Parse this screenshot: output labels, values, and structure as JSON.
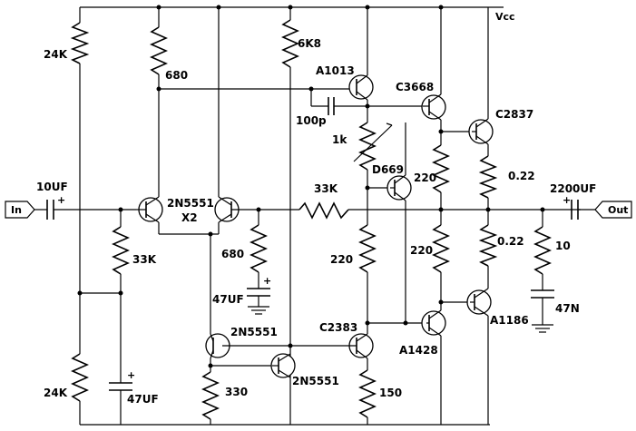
{
  "supply_label": "Vcc",
  "ports": {
    "input": "In",
    "output": "Out"
  },
  "labels": {
    "r_24k_top": "24K",
    "r_24k_bot": "24K",
    "r_680_top": "680",
    "r_6k8": "6K8",
    "r_33k_bias": "33K",
    "r_33k_fb": "33K",
    "r_680_mid": "680",
    "r_1k": "1k",
    "r_220_a": "220",
    "r_220_b": "220",
    "r_220_c": "220",
    "r_022_a": "0.22",
    "r_022_b": "0.22",
    "r_10": "10",
    "r_330": "330",
    "r_150": "150",
    "c_10uf": "10UF",
    "c_47uf_a": "47UF",
    "c_47uf_b": "47UF",
    "c_100p": "100p",
    "c_2200uf": "2200UF",
    "c_47n": "47N",
    "q_2n5551_pair": "2N5551",
    "q_pair_x2": "X2",
    "q_a1013": "A1013",
    "q_c3668": "C3668",
    "q_c2837": "C2837",
    "q_d669": "D669",
    "q_2n5551_b": "2N5551",
    "q_2n5551_c": "2N5551",
    "q_c2383": "C2383",
    "q_a1428": "A1428",
    "q_a1186": "A1186",
    "cap_plus": "+"
  }
}
